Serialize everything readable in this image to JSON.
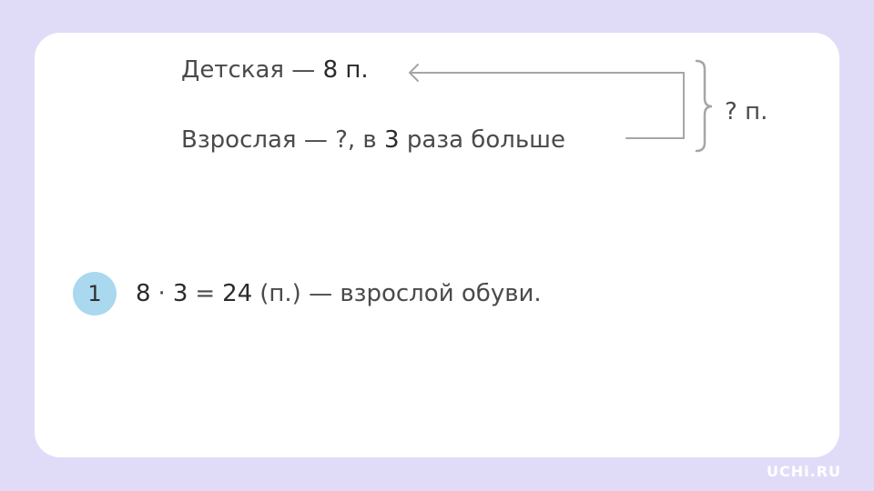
{
  "problem": {
    "line1": {
      "label": "Детская — ",
      "value": "8 п."
    },
    "line2": {
      "label": "Взрослая — ?, в ",
      "factor": "3",
      "suffix": " раза больше"
    },
    "total": "? п."
  },
  "solution": {
    "step_number": "1",
    "a": "8",
    "operator": "·",
    "b": "3",
    "equals": "=",
    "result": "24",
    "unit_text": "(п.) — взрослой обуви."
  },
  "branding": {
    "logo_text": "UCHi.RU"
  },
  "colors": {
    "background": "#e0dcf8",
    "card": "#ffffff",
    "badge": "#a9d8ef",
    "lines": "#a6a6a6"
  },
  "icons": {
    "arrow": "arrow-left-icon",
    "brace": "curly-brace-right-icon"
  }
}
